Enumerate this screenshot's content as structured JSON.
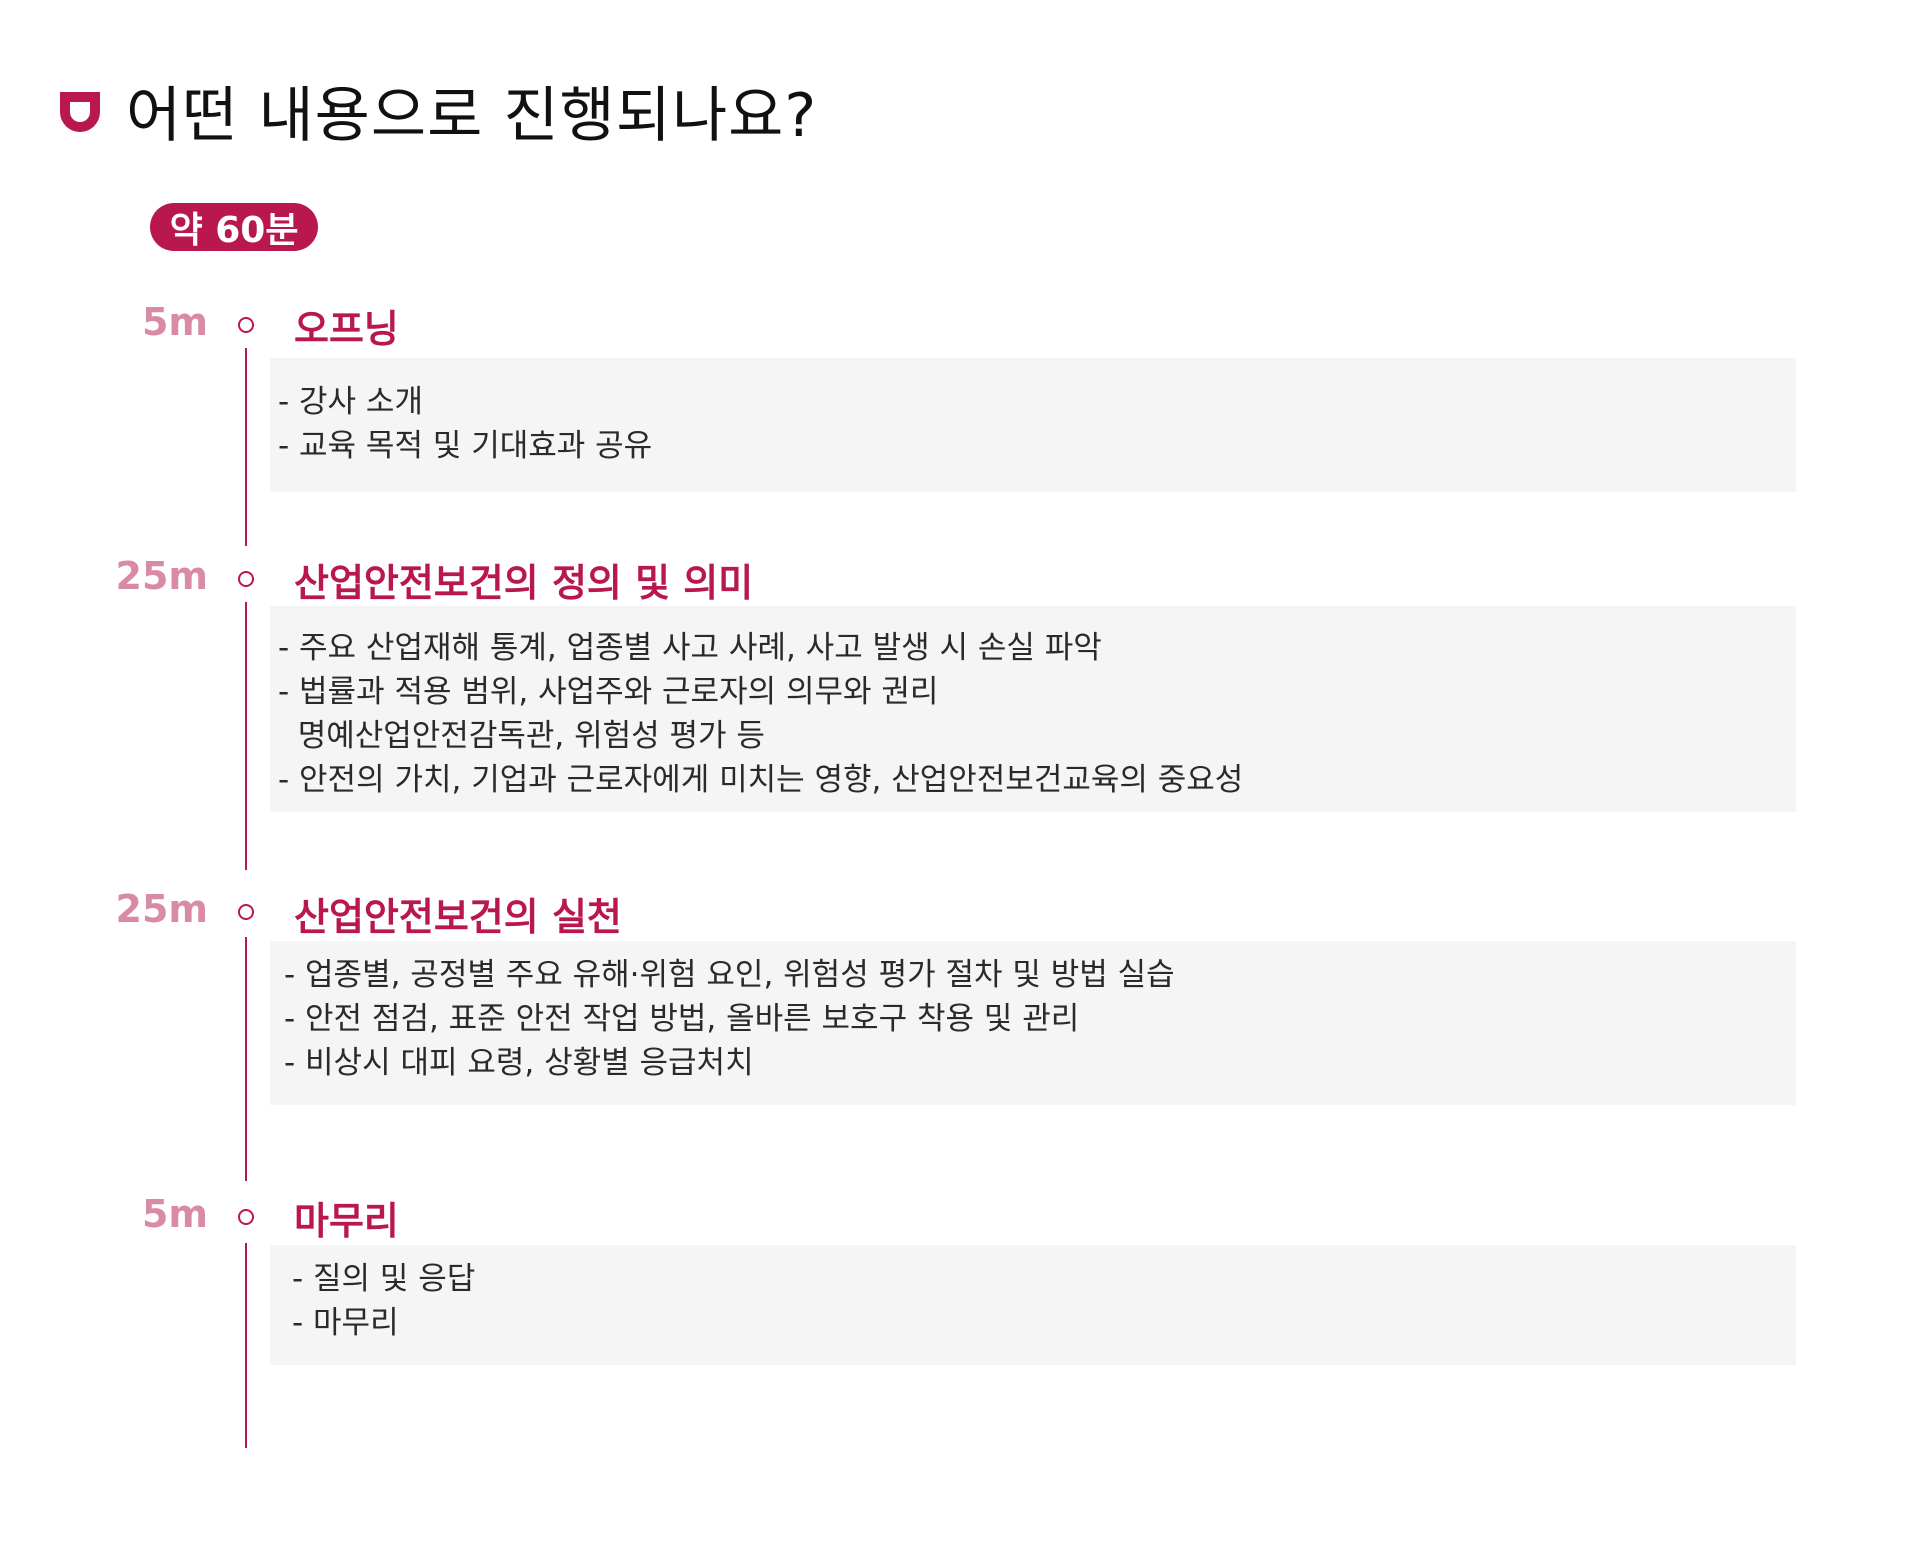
{
  "header": {
    "title": "어떤 내용으로 진행되나요?"
  },
  "badge": {
    "label": "약 60분"
  },
  "brand_color": "#b8174f",
  "sections": [
    {
      "time": "5m",
      "title": "오프닝",
      "lines": [
        "- 강사 소개",
        "- 교육 목적 및 기대효과 공유"
      ]
    },
    {
      "time": "25m",
      "title": "산업안전보건의 정의 및 의미",
      "lines": [
        "- 주요 산업재해 통계, 업종별 사고 사례, 사고 발생 시 손실 파악",
        "- 법률과 적용 범위, 사업주와 근로자의 의무와 권리",
        "  명예산업안전감독관, 위험성 평가 등",
        "- 안전의 가치, 기업과 근로자에게 미치는 영향, 산업안전보건교육의 중요성"
      ]
    },
    {
      "time": "25m",
      "title": "산업안전보건의 실천",
      "lines": [
        "- 업종별, 공정별 주요 유해·위험 요인, 위험성 평가 절차 및 방법 실습",
        "- 안전 점검, 표준 안전 작업 방법, 올바른 보호구 착용 및 관리",
        "- 비상시 대피 요령, 상황별 응급처치"
      ]
    },
    {
      "time": "5m",
      "title": "마무리",
      "lines": [
        "- 질의 및 응답",
        "- 마무리"
      ]
    }
  ]
}
